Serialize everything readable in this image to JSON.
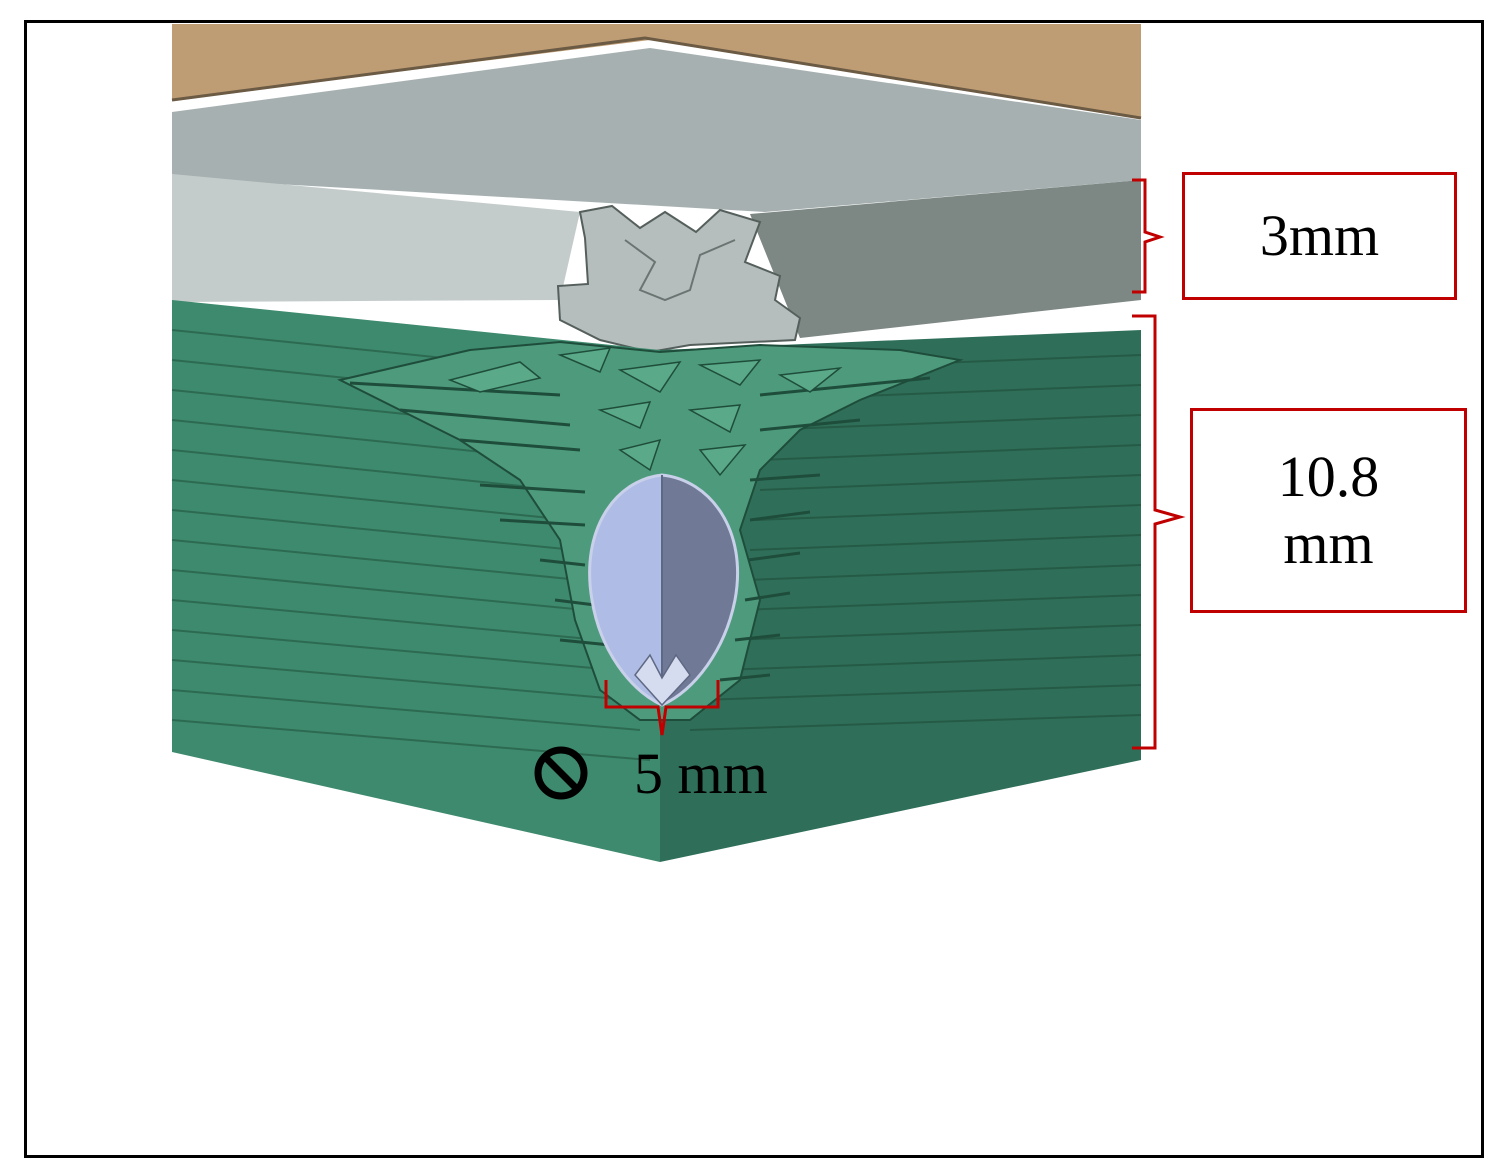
{
  "labels": {
    "top_layer_thickness": "3mm",
    "bottom_layer_thickness": [
      "10.8",
      "mm"
    ],
    "hole_diameter": "5 mm"
  },
  "icons": {
    "diameter_symbol": "diameter-icon"
  },
  "colors": {
    "annotation_red": "#c00000",
    "top_layer_front": "#c4cccb",
    "top_layer_side": "#7d8784",
    "top_layer_surface": "#a7b0b1",
    "backing_tan": "#bf9d74",
    "composite_green": "#3e8a6e",
    "composite_green_dark": "#2f6f59",
    "projectile_blue": "#afbde6",
    "projectile_shadow": "#707a96"
  }
}
